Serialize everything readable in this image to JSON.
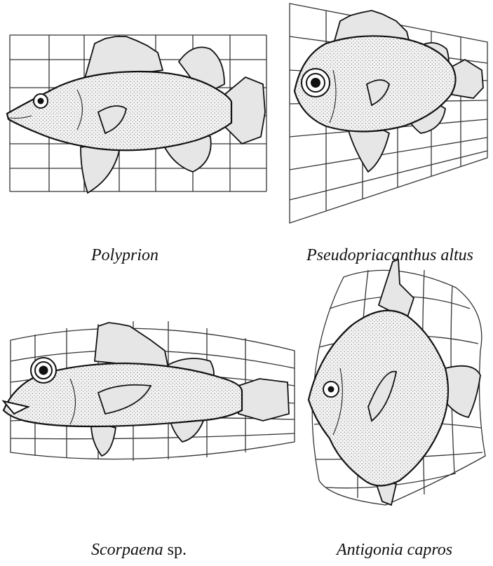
{
  "figures": [
    {
      "caption_italic": "Polyprion",
      "caption_roman": ""
    },
    {
      "caption_italic": "Pseudopriacanthus altus",
      "caption_roman": ""
    },
    {
      "caption_italic": "Scorpaena",
      "caption_roman": " sp."
    },
    {
      "caption_italic": "Antigonia capros",
      "caption_roman": ""
    }
  ]
}
